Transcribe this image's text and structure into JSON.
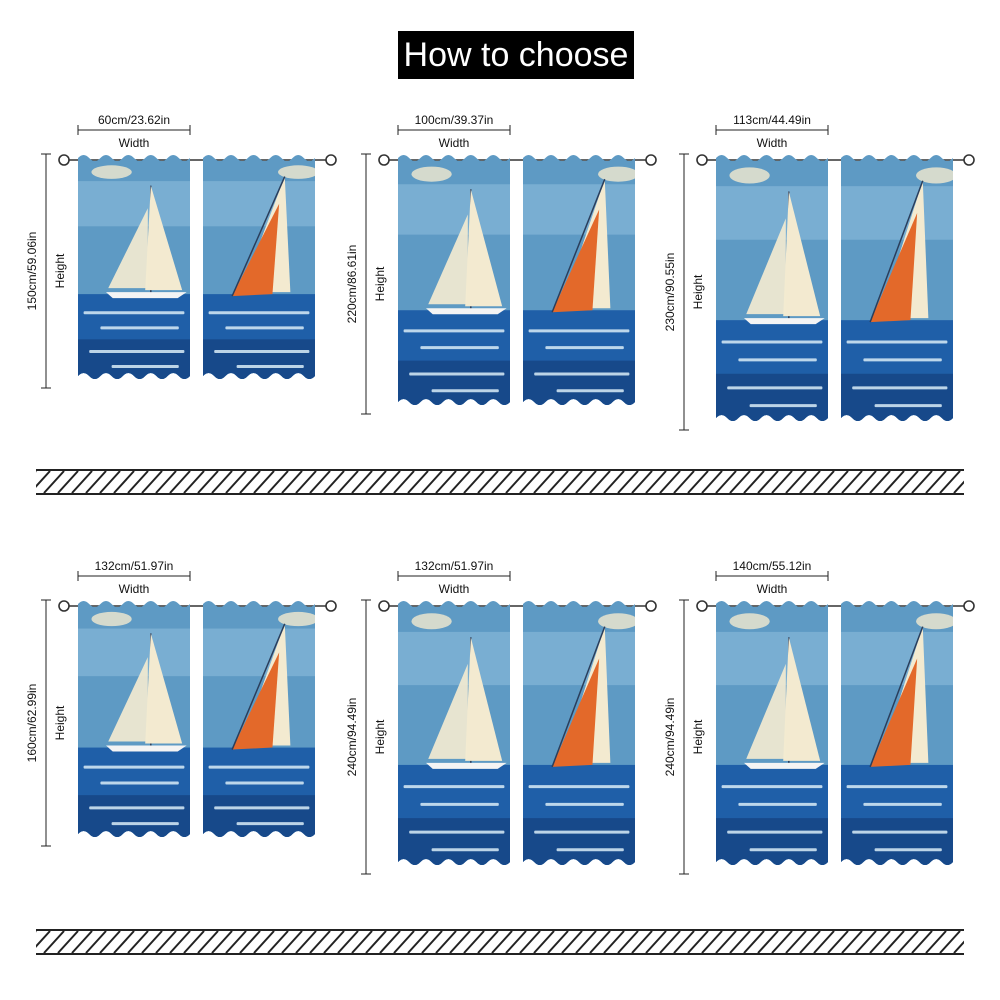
{
  "title": "How to choose",
  "width_label": "Width",
  "height_label": "Height",
  "colors": {
    "sky": "#5e9ac4",
    "sky_light": "#8fc0de",
    "sea": "#1f5fa8",
    "sea_dark": "#17498a",
    "sail_cream": "#f3ead0",
    "sail_orange": "#e3692a",
    "foam": "#d9ecf7"
  },
  "variants": [
    {
      "width": "60cm/23.62in",
      "height": "150cm/59.06in"
    },
    {
      "width": "100cm/39.37in",
      "height": "220cm/86.61in"
    },
    {
      "width": "113cm/44.49in",
      "height": "230cm/90.55in"
    },
    {
      "width": "132cm/51.97in",
      "height": "160cm/62.99in"
    },
    {
      "width": "132cm/51.97in",
      "height": "240cm/94.49in"
    },
    {
      "width": "140cm/55.12in",
      "height": "240cm/94.49in"
    }
  ]
}
